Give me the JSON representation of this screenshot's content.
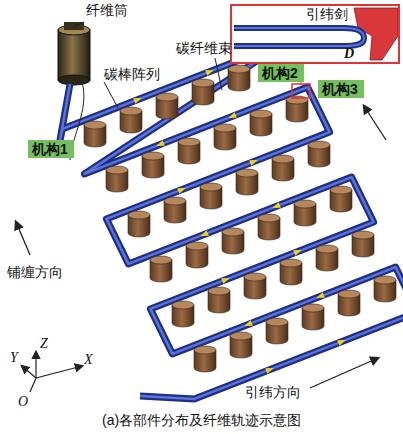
{
  "diagram": {
    "caption": "(a)各部件分布及纤维轨迹示意图",
    "nodes": [
      {
        "text": [
          "引纬剑",
          "D"
        ]
      },
      {
        "text": [
          "机构2"
        ]
      },
      {
        "text": [
          "机构3"
        ]
      },
      {
        "text": [
          "机构1"
        ]
      }
    ],
    "labels": [
      "纤维筒",
      "碳纤维束",
      "碳棒阵列",
      "铺缠方向",
      "Z",
      "Y",
      "X",
      "O",
      "引纬方向"
    ]
  }
}
